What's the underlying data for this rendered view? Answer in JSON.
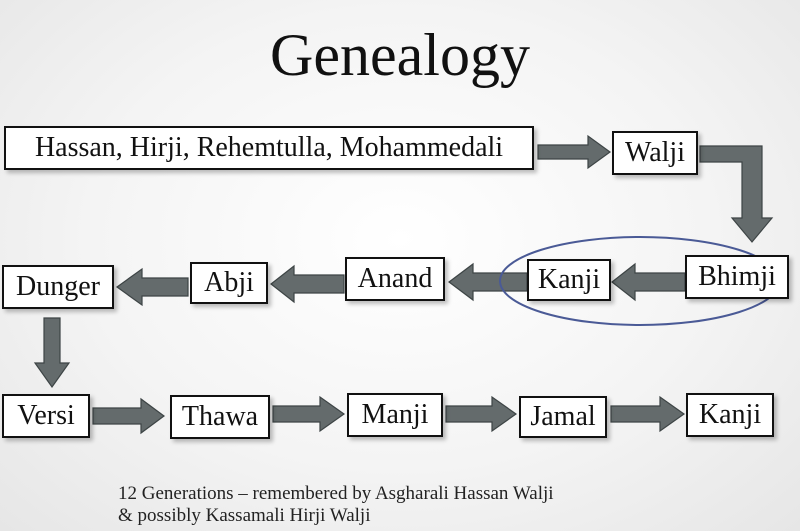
{
  "title": "Genealogy",
  "nodes": {
    "hassan_hirji": "Hassan, Hirji, Rehemtulla, Mohammedali",
    "walji": "Walji",
    "bhimji": "Bhimji",
    "kanji_top": "Kanji",
    "anand": "Anand",
    "abji": "Abji",
    "dunger": "Dunger",
    "versi": "Versi",
    "thawa": "Thawa",
    "manji": "Manji",
    "jamal": "Jamal",
    "kanji_bottom": "Kanji"
  },
  "footnote": {
    "line1": "12 Generations – remembered by Asgharali Hassan Walji",
    "line2": "& possibly Kassamali Hirji Walji"
  },
  "colors": {
    "arrow_fill": "#646b6c",
    "highlight_ellipse": "#4a5a96"
  }
}
